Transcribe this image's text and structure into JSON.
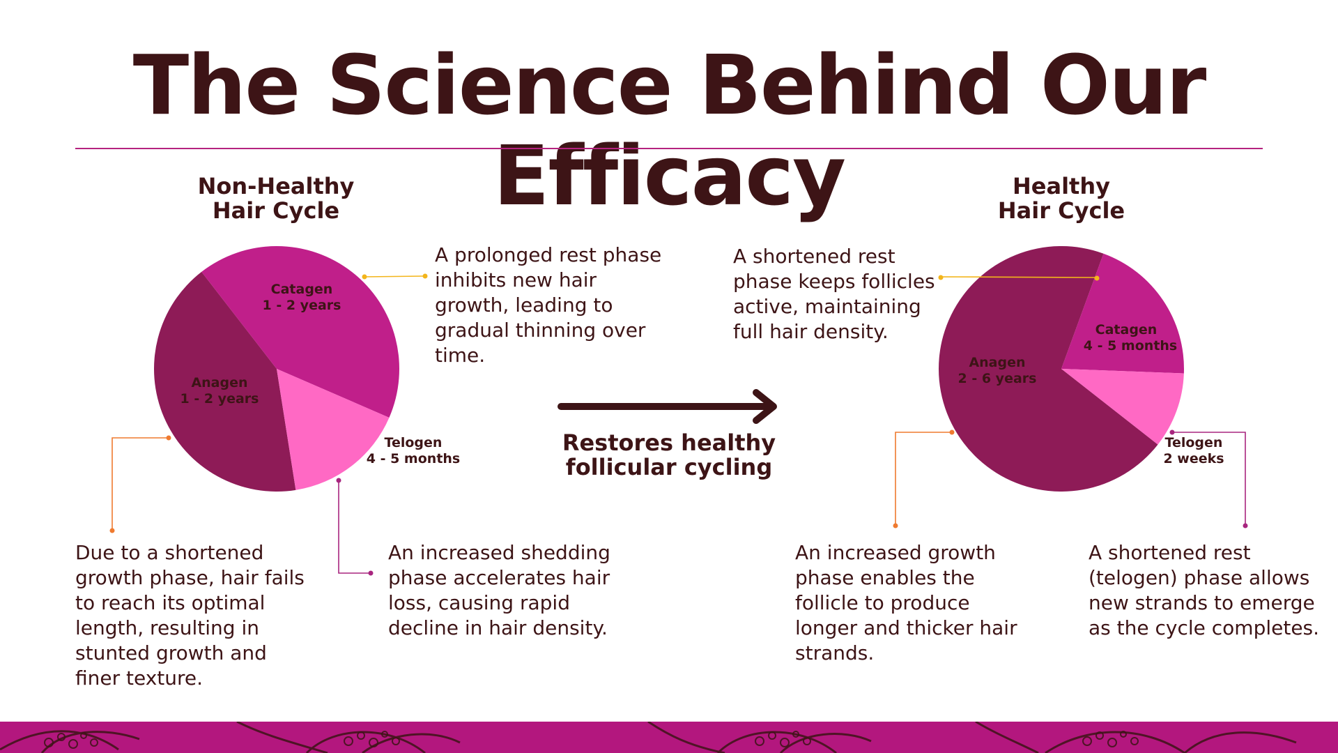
{
  "title": "The Science Behind Our Efficacy",
  "colors": {
    "text": "#3d1416",
    "rule": "#b5237f",
    "anagen": "#8e1b57",
    "catagen": "#c01f8a",
    "telogen": "#ff69c4",
    "callout_orange": "#ef7a2f",
    "callout_yellow": "#f3b51b",
    "callout_magenta": "#a8257f",
    "band": "#b3177e"
  },
  "left_chart": {
    "title_line1": "Non-Healthy",
    "title_line2": "Hair Cycle",
    "slices": [
      {
        "phase": "Anagen",
        "duration": "1 - 2 years",
        "fraction": 0.42
      },
      {
        "phase": "Catagen",
        "duration": "1 - 2 years",
        "fraction": 0.42
      },
      {
        "phase": "Telogen",
        "duration": "4 - 5  months",
        "fraction": 0.16
      }
    ]
  },
  "right_chart": {
    "title_line1": "Healthy",
    "title_line2": "Hair Cycle",
    "slices": [
      {
        "phase": "Anagen",
        "duration": "2 - 6 years",
        "fraction": 0.7
      },
      {
        "phase": "Catagen",
        "duration": "4 - 5  months",
        "fraction": 0.2
      },
      {
        "phase": "Telogen",
        "duration": "2 weeks",
        "fraction": 0.1
      }
    ]
  },
  "descriptions": {
    "left_catagen": "A prolonged rest phase inhibits new hair growth, leading to gradual thinning over time.",
    "left_anagen": "Due to a shortened growth phase, hair fails to reach its optimal length, resulting in stunted growth and finer texture.",
    "left_telogen": "An increased shedding phase accelerates hair loss, causing rapid decline in hair density.",
    "right_catagen": "A shortened rest phase keeps follicles active, maintaining full hair density.",
    "right_anagen": "An increased growth phase enables the follicle to produce longer and thicker hair strands.",
    "right_telogen": "A shortened rest (telogen) phase allows new strands to emerge as the cycle completes."
  },
  "middle": {
    "line1": "Restores healthy",
    "line2": "follicular cycling"
  }
}
